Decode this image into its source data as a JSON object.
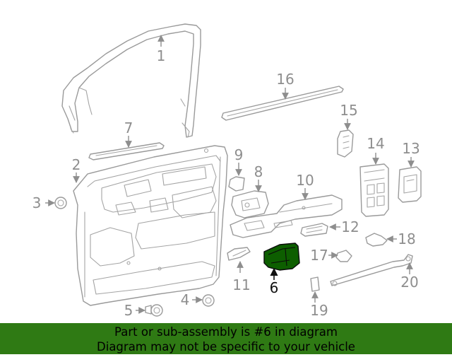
{
  "diagram": {
    "highlighted_part": "6",
    "highlight_color": "#0d5e00",
    "callouts": {
      "c1": "1",
      "c2": "2",
      "c3": "3",
      "c4": "4",
      "c5": "5",
      "c6": "6",
      "c7": "7",
      "c8": "8",
      "c9": "9",
      "c10": "10",
      "c11": "11",
      "c12": "12",
      "c13": "13",
      "c14": "14",
      "c15": "15",
      "c16": "16",
      "c17": "17",
      "c18": "18",
      "c19": "19",
      "c20": "20"
    }
  },
  "footer": {
    "line1": "Part or sub-assembly is #6 in diagram",
    "line2": "Diagram may not be specific to your vehicle",
    "background": "#2f7a14"
  }
}
